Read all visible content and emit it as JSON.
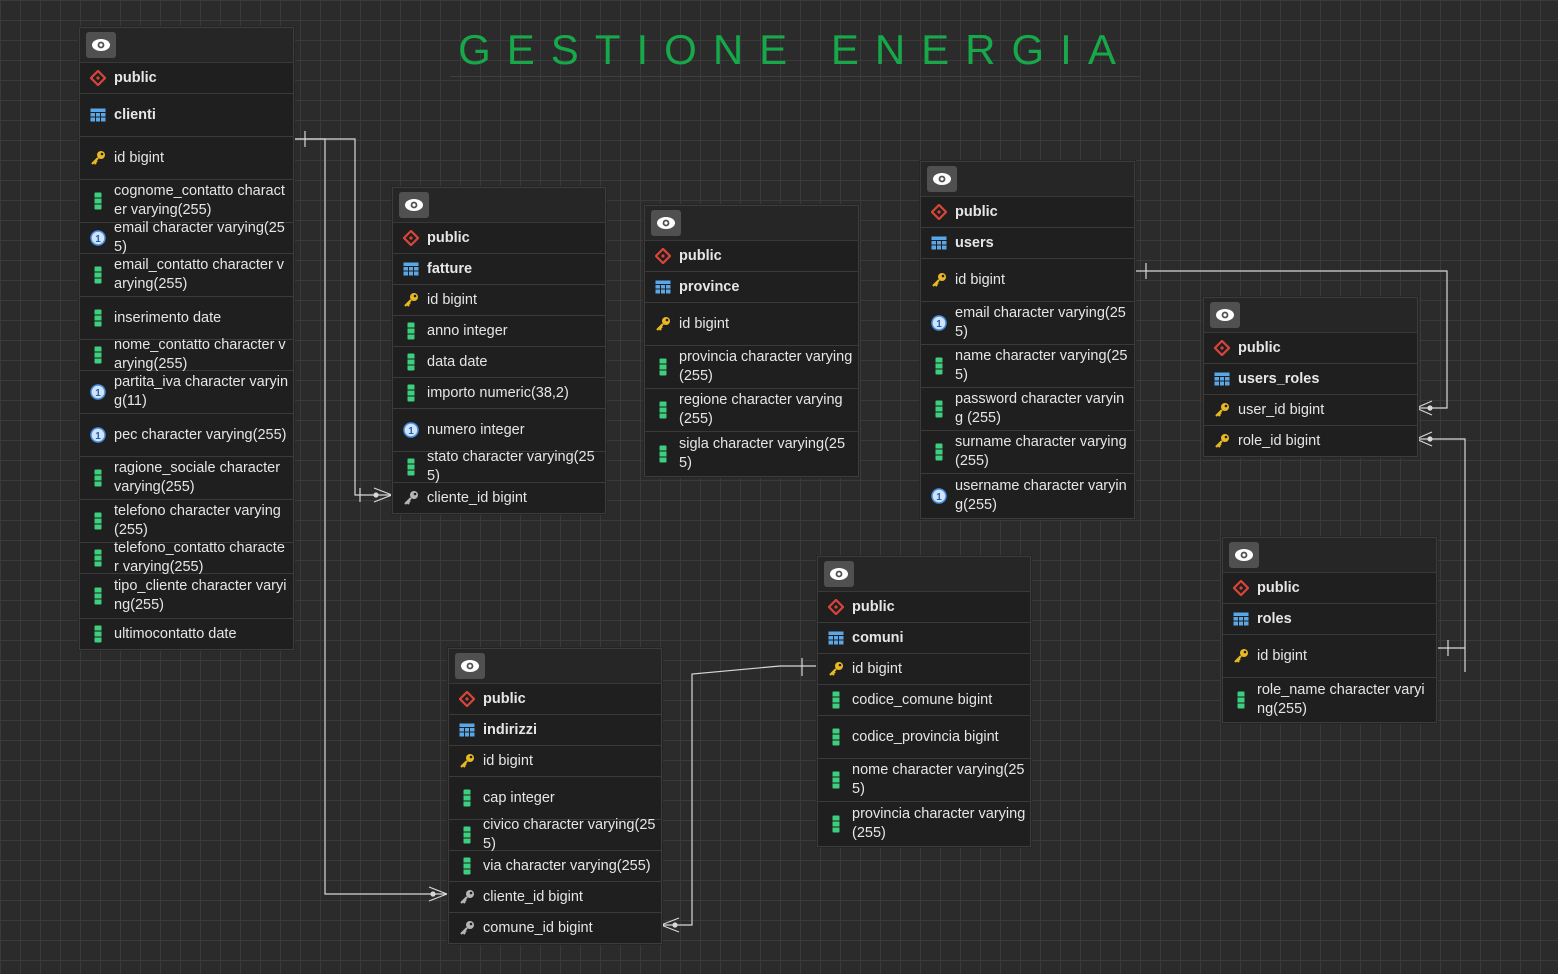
{
  "title": "GESTIONE   ENERGIA",
  "tables": {
    "clienti": {
      "schema": "public",
      "name": "clienti",
      "columns": [
        {
          "icon": "key",
          "text": "id bigint"
        },
        {
          "icon": "col",
          "text": "cognome_contatto character varying(255)"
        },
        {
          "icon": "uniq",
          "text": "email character varying(255)"
        },
        {
          "icon": "col",
          "text": "email_contatto character varying(255)"
        },
        {
          "icon": "col",
          "text": "inserimento date"
        },
        {
          "icon": "col",
          "text": "nome_contatto character varying(255)"
        },
        {
          "icon": "uniq",
          "text": "partita_iva character varying(11)"
        },
        {
          "icon": "uniq",
          "text": "pec character varying(255)"
        },
        {
          "icon": "col",
          "text": "ragione_sociale character varying(255)"
        },
        {
          "icon": "col",
          "text": "telefono character varying (255)"
        },
        {
          "icon": "col",
          "text": "telefono_contatto character varying(255)"
        },
        {
          "icon": "col",
          "text": "tipo_cliente character varying(255)"
        },
        {
          "icon": "col",
          "text": "ultimocontatto date"
        }
      ]
    },
    "fatture": {
      "schema": "public",
      "name": "fatture",
      "columns": [
        {
          "icon": "key",
          "text": "id bigint"
        },
        {
          "icon": "col",
          "text": "anno integer"
        },
        {
          "icon": "col",
          "text": "data date"
        },
        {
          "icon": "col",
          "text": "importo numeric(38,2)"
        },
        {
          "icon": "uniq",
          "text": "numero integer"
        },
        {
          "icon": "col",
          "text": "stato character varying(255)"
        },
        {
          "icon": "fk",
          "text": "cliente_id bigint"
        }
      ]
    },
    "province": {
      "schema": "public",
      "name": "province",
      "columns": [
        {
          "icon": "key",
          "text": "id bigint"
        },
        {
          "icon": "col",
          "text": "provincia character varying (255)"
        },
        {
          "icon": "col",
          "text": "regione character varying(255)"
        },
        {
          "icon": "col",
          "text": "sigla character varying(255)"
        }
      ]
    },
    "users": {
      "schema": "public",
      "name": "users",
      "columns": [
        {
          "icon": "key",
          "text": "id bigint"
        },
        {
          "icon": "uniq",
          "text": "email character varying(255)"
        },
        {
          "icon": "col",
          "text": "name character varying(255)"
        },
        {
          "icon": "col",
          "text": "password character varying (255)"
        },
        {
          "icon": "col",
          "text": "surname character varying (255)"
        },
        {
          "icon": "uniq",
          "text": "username character varying(255)"
        }
      ]
    },
    "users_roles": {
      "schema": "public",
      "name": "users_roles",
      "columns": [
        {
          "icon": "key",
          "text": "user_id bigint"
        },
        {
          "icon": "key",
          "text": "role_id bigint"
        }
      ]
    },
    "roles": {
      "schema": "public",
      "name": "roles",
      "columns": [
        {
          "icon": "key",
          "text": "id bigint"
        },
        {
          "icon": "col",
          "text": "role_name character varying(255)"
        }
      ]
    },
    "comuni": {
      "schema": "public",
      "name": "comuni",
      "columns": [
        {
          "icon": "key",
          "text": "id bigint"
        },
        {
          "icon": "col",
          "text": "codice_comune bigint"
        },
        {
          "icon": "col",
          "text": "codice_provincia bigint"
        },
        {
          "icon": "col",
          "text": "nome character varying(255)"
        },
        {
          "icon": "col",
          "text": "provincia character varying (255)"
        }
      ]
    },
    "indirizzi": {
      "schema": "public",
      "name": "indirizzi",
      "columns": [
        {
          "icon": "key",
          "text": "id bigint"
        },
        {
          "icon": "col",
          "text": "cap integer"
        },
        {
          "icon": "col",
          "text": "civico character varying(255)"
        },
        {
          "icon": "col",
          "text": "via character varying(255)"
        },
        {
          "icon": "fk",
          "text": "cliente_id bigint"
        },
        {
          "icon": "fk",
          "text": "comune_id bigint"
        }
      ]
    }
  },
  "colors": {
    "title": "#17a84a",
    "schema_icon": "#d9443a",
    "table_icon": "#5aa7e8",
    "key_icon": "#e8b923",
    "column_icon": "#3ecf7e",
    "unique_icon": "#4a90e2",
    "line": "#d8d8d8"
  }
}
